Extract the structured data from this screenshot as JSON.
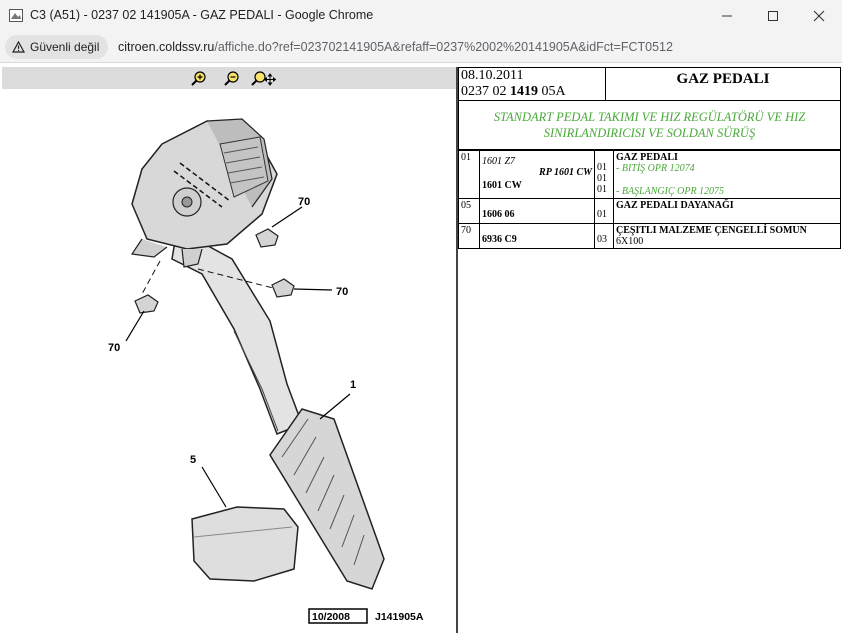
{
  "window": {
    "title": "C3 (A51) - 0237 02 141905A - GAZ PEDALI - Google Chrome",
    "controls": {
      "minimize_icon": "minimize-icon",
      "maximize_icon": "maximize-icon",
      "close_icon": "close-icon"
    }
  },
  "addressbar": {
    "security_label": "Güvenli değil",
    "url_host": "citroen.coldssv.ru",
    "url_path": "/affiche.do?ref=023702141905A&refaff=0237%2002%20141905A&idFct=FCT0512"
  },
  "zoom_toolbar": [
    "zoom-in-icon",
    "zoom-out-icon",
    "zoom-pan-icon"
  ],
  "diagram": {
    "callouts": [
      "70",
      "70",
      "70",
      "1",
      "5"
    ],
    "date_stamp": "10/2008",
    "ref_stamp": "J141905A"
  },
  "header": {
    "date": "08.10.2011",
    "ref_prefix": "0237 02",
    "ref_bold": "1419",
    "ref_suffix": "05A",
    "title": "GAZ PEDALI",
    "description": "STANDART PEDAL TAKIMI VE HIZ REGÜLATÖRÜ VE HIZ SINIRLANDIRICISI VE SOLDAN SÜRÜŞ"
  },
  "parts": [
    {
      "num": "01",
      "codes": [
        {
          "text": "1601 Z7",
          "style": "italic"
        },
        {
          "text": "RP 1601 CW",
          "style": "bold-italic-right"
        },
        {
          "text": "1601 CW",
          "style": "bold"
        }
      ],
      "qtys": [
        "01",
        "01",
        "01"
      ],
      "name": "GAZ PEDALI",
      "notes": [
        "- BITİŞ OPR 12074",
        "- BAŞLANGIÇ OPR 12075"
      ]
    },
    {
      "num": "05",
      "code": "1606 06",
      "qty": "01",
      "name": "GAZ PEDALI DAYANAĞI",
      "extra": ""
    },
    {
      "num": "70",
      "code": "6936 C9",
      "qty": "03",
      "name": "ÇEŞITLI MALZEME ÇENGELLİ SOMUN",
      "extra": "6X100"
    }
  ]
}
